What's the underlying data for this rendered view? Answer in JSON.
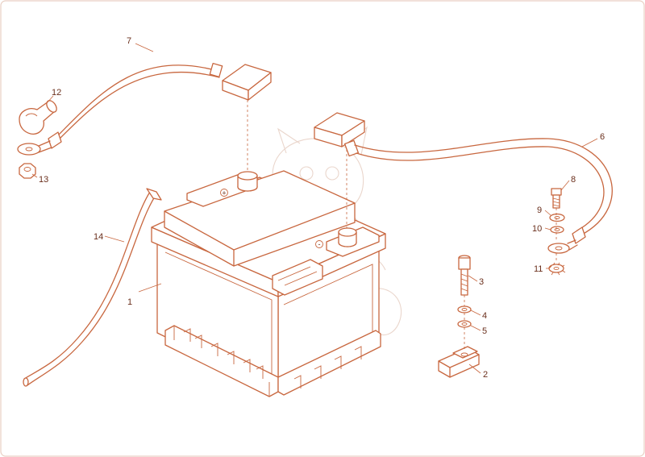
{
  "colors": {
    "line": "#c8673f",
    "label": "#6a2f1c",
    "frame": "#e9cfc3",
    "watermark": "#ead6cc",
    "background": "#ffffff"
  },
  "callouts": [
    {
      "num": "1"
    },
    {
      "num": "2"
    },
    {
      "num": "3"
    },
    {
      "num": "4"
    },
    {
      "num": "5"
    },
    {
      "num": "6"
    },
    {
      "num": "7"
    },
    {
      "num": "8"
    },
    {
      "num": "9"
    },
    {
      "num": "10"
    },
    {
      "num": "11"
    },
    {
      "num": "12"
    },
    {
      "num": "13"
    },
    {
      "num": "14"
    }
  ],
  "terminal_marks": {
    "positive": "+",
    "negative": "-"
  }
}
